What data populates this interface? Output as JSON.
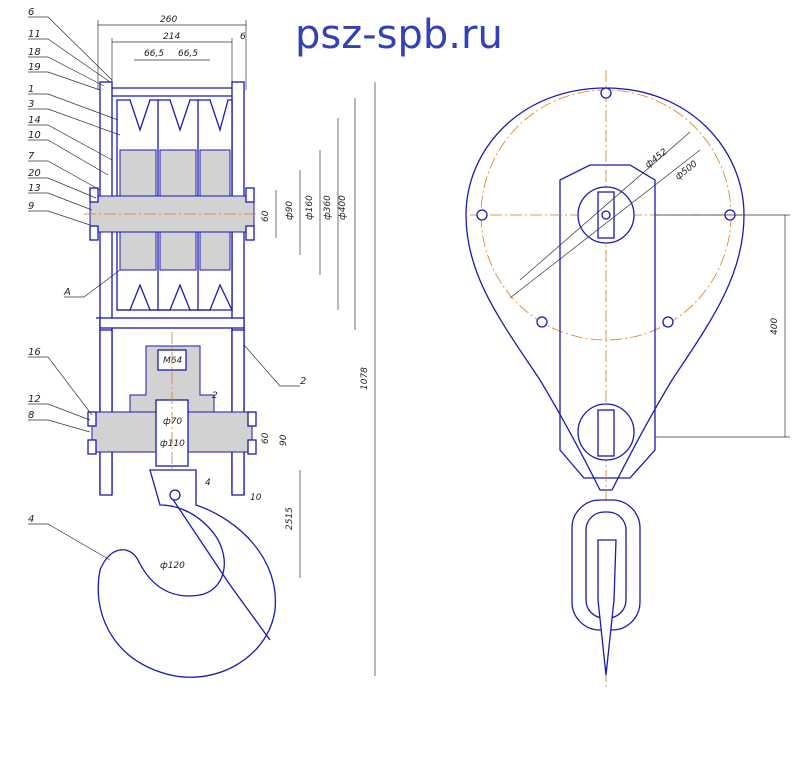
{
  "watermark": "psz-spb.ru",
  "part_numbers": [
    "6",
    "11",
    "18",
    "19",
    "1",
    "3",
    "14",
    "10",
    "7",
    "20",
    "13",
    "9",
    "A",
    "16",
    "12",
    "8",
    "4",
    "2"
  ],
  "dimensions_front": {
    "overall_width": "260",
    "inner_width": "214",
    "pitch_left": "66,5",
    "pitch_right": "66,5",
    "plate_thickness": "6",
    "d60": "60",
    "d90": "ф90",
    "d160": "ф160",
    "d360": "ф360",
    "d400": "ф400",
    "overall_height": "1078",
    "thread": "M64",
    "d70": "ф70",
    "d110": "ф110",
    "gap2": "2",
    "lower_60": "60",
    "lower_90": "90",
    "gap4": "4",
    "gap10": "10",
    "hook_height": "2515",
    "hook_throat": "ф120"
  },
  "dimensions_side": {
    "d452": "ф452",
    "d500": "ф500",
    "center_distance": "400"
  }
}
